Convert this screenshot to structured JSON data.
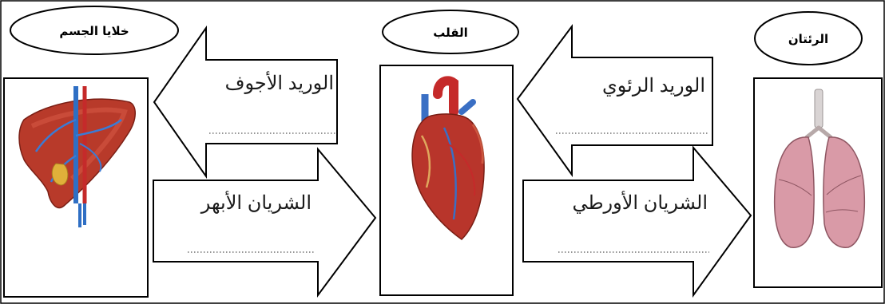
{
  "ovals": {
    "body_cells": "خلايا الجسم",
    "heart": "القلب",
    "lungs": "الرئتان"
  },
  "arrows": {
    "vena_cava": "الوريد الأجوف",
    "aorta_to_cells": "الشريان الأبهر",
    "pulmonary_vein": "الوريد الرئوي",
    "aorta_from_lungs": "الشريان الأورطي"
  },
  "icons": [
    "liver-icon",
    "heart-icon",
    "lungs-icon"
  ]
}
